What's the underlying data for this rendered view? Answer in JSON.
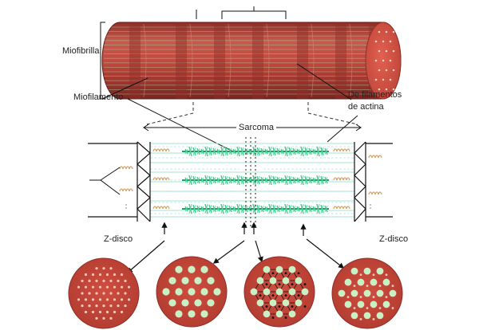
{
  "labels": {
    "myofibril": "Miofibrilla",
    "myofilament": "Miofilamento",
    "actin_line1": "De filamentos",
    "actin_line2": "de actina",
    "sarcomere": "Sarcoma",
    "zdisc_left": "Z-disco",
    "zdisc_right": "Z-disco"
  },
  "colors": {
    "muscle_red": "#c0463b",
    "muscle_dark": "#8e2f28",
    "filament_green": "#3ecb8e",
    "filament_light": "#b9ead2",
    "titin_orange": "#d9a05a",
    "cross_section_dot": "#c9f0c4",
    "line_black": "#111111"
  },
  "cross_sections": [
    {
      "id": "actin-only",
      "pattern": "small-dots"
    },
    {
      "id": "myosin-only",
      "pattern": "large-dots"
    },
    {
      "id": "overlap",
      "pattern": "large-dots-with-triangle-mesh"
    },
    {
      "id": "overlap-mixed",
      "pattern": "large-and-small-dots"
    }
  ]
}
